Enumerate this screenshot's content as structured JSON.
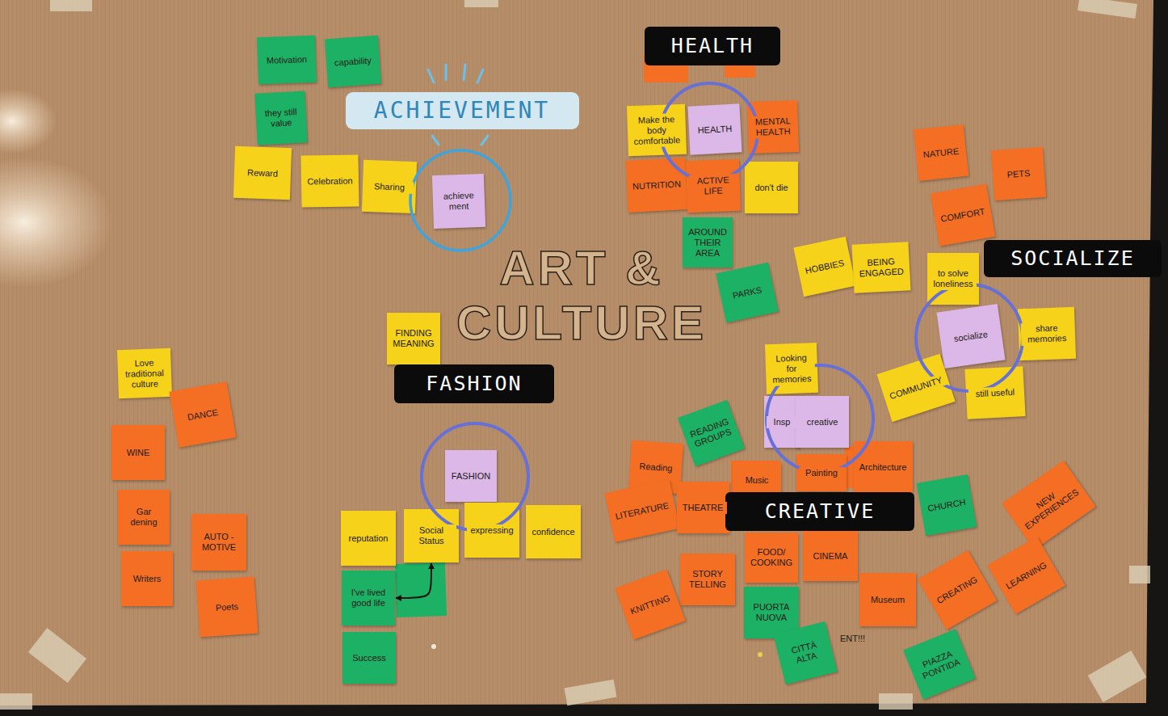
{
  "diagram": {
    "title": "ART & CULTURE",
    "nodes": [
      {
        "text": [
          "Motivation"
        ]
      },
      {
        "text": [
          "capability"
        ]
      },
      {
        "text": [
          "they still value"
        ]
      },
      {
        "text": [
          "ACHIEVEMENT"
        ]
      },
      {
        "text": [
          "Reward"
        ]
      },
      {
        "text": [
          "Celebration"
        ]
      },
      {
        "text": [
          "Sharing"
        ]
      },
      {
        "text": [
          "achieve ment"
        ]
      },
      {
        "text": [
          "HEALTH"
        ]
      },
      {
        "text": [
          "Make the body comfortable"
        ]
      },
      {
        "text": [
          "HEALTH"
        ]
      },
      {
        "text": [
          "MENTAL HEALTH"
        ]
      },
      {
        "text": [
          "NUTRITION"
        ]
      },
      {
        "text": [
          "ACTIVE LIFE"
        ]
      },
      {
        "text": [
          "don't die"
        ]
      },
      {
        "text": [
          "AROUND THEIR AREA"
        ]
      },
      {
        "text": [
          "PARKS"
        ]
      },
      {
        "text": [
          "NATURE"
        ]
      },
      {
        "text": [
          "PETS"
        ]
      },
      {
        "text": [
          "COMFORT"
        ]
      },
      {
        "text": [
          "HOBBIES"
        ]
      },
      {
        "text": [
          "BEING ENGAGED"
        ]
      },
      {
        "text": [
          "to solve loneliness"
        ]
      },
      {
        "text": [
          "SOCIALIZE"
        ]
      },
      {
        "text": [
          "socialize"
        ]
      },
      {
        "text": [
          "share memories"
        ]
      },
      {
        "text": [
          "FINDING MEANING"
        ]
      },
      {
        "text": [
          "Love traditional culture"
        ]
      },
      {
        "text": [
          "FASHION"
        ]
      },
      {
        "text": [
          "Looking for memories"
        ]
      },
      {
        "text": [
          "COMMUNITY"
        ]
      },
      {
        "text": [
          "still useful"
        ]
      },
      {
        "text": [
          "Insp"
        ]
      },
      {
        "text": [
          "creative"
        ]
      },
      {
        "text": [
          "DANCE"
        ]
      },
      {
        "text": [
          "WINE"
        ]
      },
      {
        "text": [
          "READING GROUPS"
        ]
      },
      {
        "text": [
          "Reading"
        ]
      },
      {
        "text": [
          "FASHION"
        ]
      },
      {
        "text": [
          "Music"
        ]
      },
      {
        "text": [
          "Painting"
        ]
      },
      {
        "text": [
          "Architecture"
        ]
      },
      {
        "text": [
          "LITERATURE"
        ]
      },
      {
        "text": [
          "THEATRE"
        ]
      },
      {
        "text": [
          "CHURCH"
        ]
      },
      {
        "text": [
          "NEW EXPERIENCES"
        ]
      },
      {
        "text": [
          "Gar dening"
        ]
      },
      {
        "text": [
          "CREATIVE"
        ]
      },
      {
        "text": [
          "reputation"
        ]
      },
      {
        "text": [
          "Social Status"
        ]
      },
      {
        "text": [
          "expressing"
        ]
      },
      {
        "text": [
          "confidence"
        ]
      },
      {
        "text": [
          "AUTO -MOTIVE"
        ]
      },
      {
        "text": [
          "FOOD/ COOKING"
        ]
      },
      {
        "text": [
          "CINEMA"
        ]
      },
      {
        "text": [
          "Writers"
        ]
      },
      {
        "text": [
          "I've lived good life"
        ]
      },
      {
        "text": [
          "STORY TELLING"
        ]
      },
      {
        "text": [
          "PUORTA NUOVA"
        ]
      },
      {
        "text": [
          "Museum"
        ]
      },
      {
        "text": [
          "CREATING"
        ]
      },
      {
        "text": [
          "LEARNING"
        ]
      },
      {
        "text": [
          "KNITTING"
        ]
      },
      {
        "text": [
          "Poets"
        ]
      },
      {
        "text": [
          "CITTÀ ALTA"
        ]
      },
      {
        "text": [
          "Success"
        ]
      },
      {
        "text": [
          "PIAZZA PONTIDA"
        ]
      }
    ],
    "edges": [
      {
        "from": 56,
        "to": 49,
        "arrow": "both"
      }
    ],
    "labels": [
      "ENT!!!"
    ]
  }
}
